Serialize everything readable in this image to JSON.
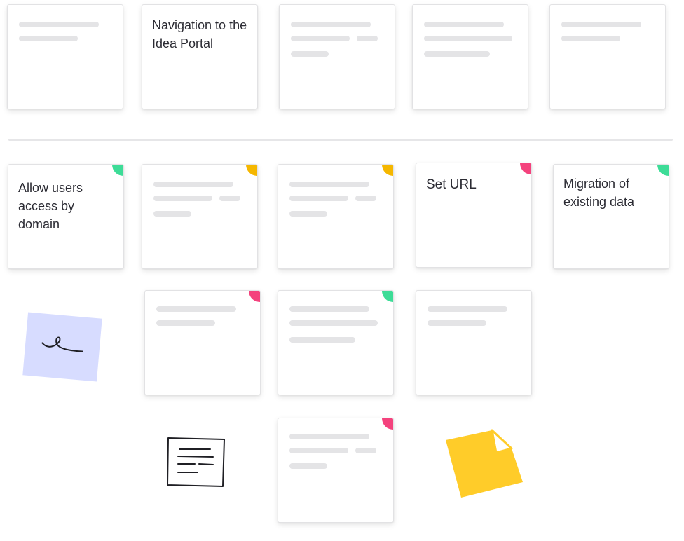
{
  "colors": {
    "green": "#3ddc97",
    "yellow": "#f5b700",
    "pink": "#f4427d",
    "sticky_blue": "#d7dcff",
    "sticky_yellow": "#ffcc29"
  },
  "cards": {
    "navigation": "Navigation to the Idea Portal",
    "allow_users": "Allow users access by domain",
    "set_url": "Set URL",
    "migration": "Migration of existing data"
  },
  "icons": {
    "squiggle": "squiggle-icon",
    "document": "document-icon",
    "sticky_note": "sticky-note-icon"
  }
}
